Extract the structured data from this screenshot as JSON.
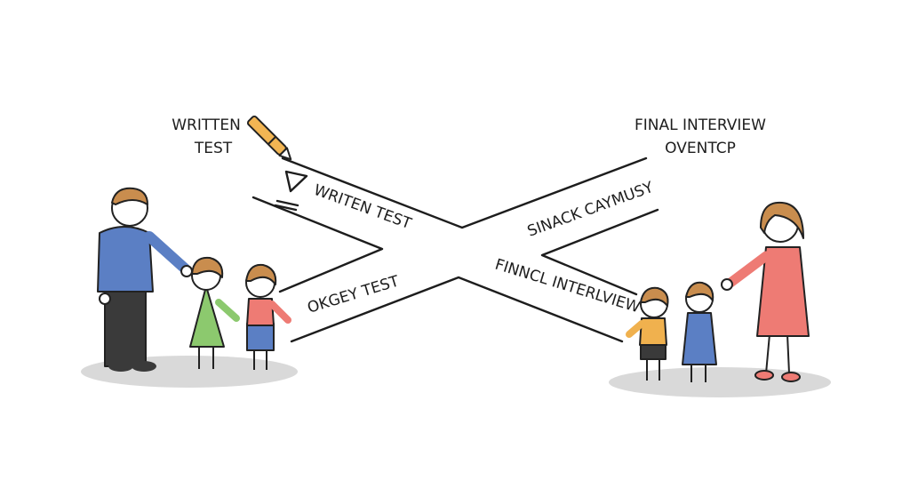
{
  "labels": {
    "top_left_line1": "WRITTEN",
    "top_left_line2": "TEST",
    "top_right_line1": "FINAL INTERVIEW",
    "top_right_line2": "OVENTCP",
    "road_upper_left": "WRITEN TEST",
    "road_lower_left": "OKGEY TEST",
    "road_upper_right": "SINACK CAYMUSY",
    "road_lower_right": "FINNCL INTERLVIEW"
  },
  "colors": {
    "father_shirt": "#5b7fc4",
    "girl_dress": "#8cc96e",
    "girl2_shirt": "#ee7b74",
    "skirt": "#5b7fc4",
    "pen": "#f2b553",
    "boy_shirt": "#f0b14e",
    "boy2_shirt": "#5b7fc4",
    "mother_dress": "#ee7b74",
    "ground": "#d9d9d9"
  }
}
